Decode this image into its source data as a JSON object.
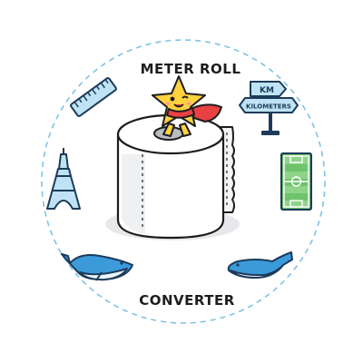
{
  "badge": {
    "title_top": "METER ROLL",
    "title_bottom": "CONVERTER"
  },
  "signpost": {
    "sign_top": "KM",
    "sign_bottom": "KILOMETERS"
  },
  "icons": [
    "ruler-icon",
    "eiffel-tower-icon",
    "whale-icon",
    "signpost-icon",
    "soccer-field-icon",
    "toilet-paper-roll",
    "star-mascot"
  ],
  "colors": {
    "ring_dash": "#7ec3e6",
    "star": "#ffd23f",
    "cape": "#e94141",
    "field": "#6fc36a",
    "sign": "#bfe3f4",
    "blue": "#3b9ad9"
  }
}
